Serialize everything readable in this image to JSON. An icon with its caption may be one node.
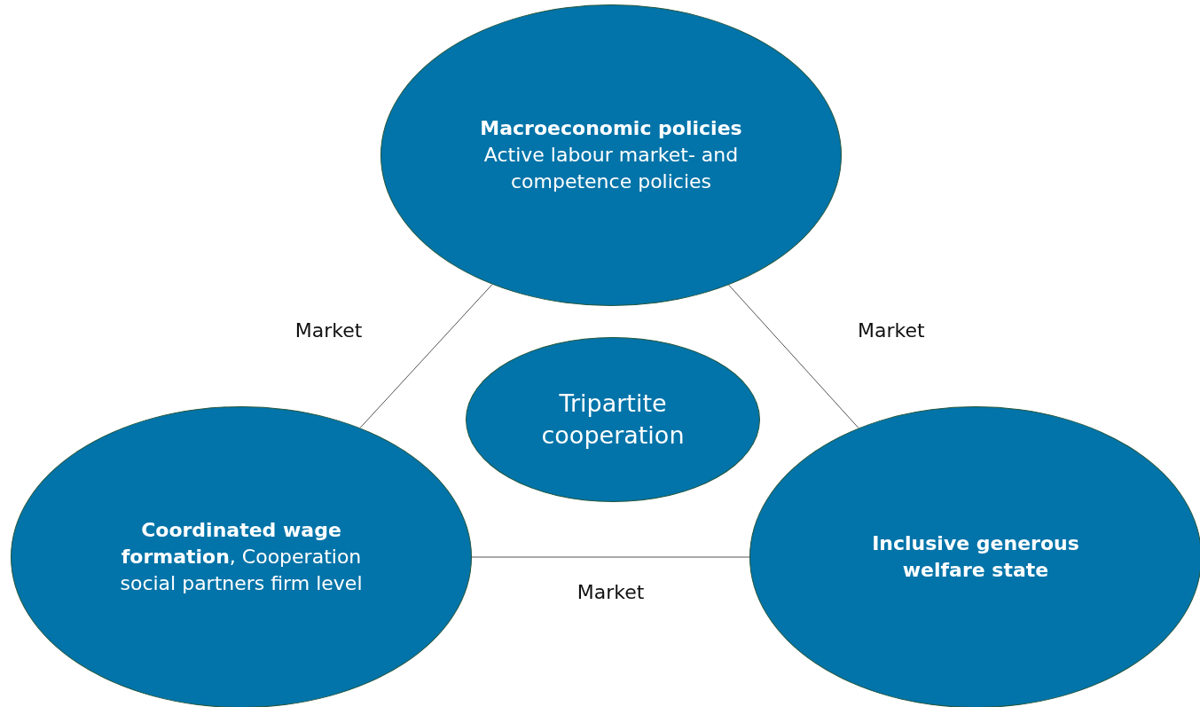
{
  "diagram": {
    "nodes": [
      {
        "text": [
          "Macroeconomic policies",
          "Active labour market- and competence policies"
        ]
      },
      {
        "text": [
          "Tripartite cooperation"
        ]
      },
      {
        "text": [
          "**Coordinated wage formation**, Cooperation social partners firm level"
        ]
      },
      {
        "text": [
          "Inclusive generous welfare state"
        ]
      }
    ],
    "edges": [
      {
        "from": 0,
        "to": 2,
        "arrow": "none",
        "label": "Market"
      },
      {
        "from": 0,
        "to": 3,
        "arrow": "none",
        "label": "Market"
      },
      {
        "from": 2,
        "to": 3,
        "arrow": "none",
        "label": "Market"
      }
    ]
  }
}
